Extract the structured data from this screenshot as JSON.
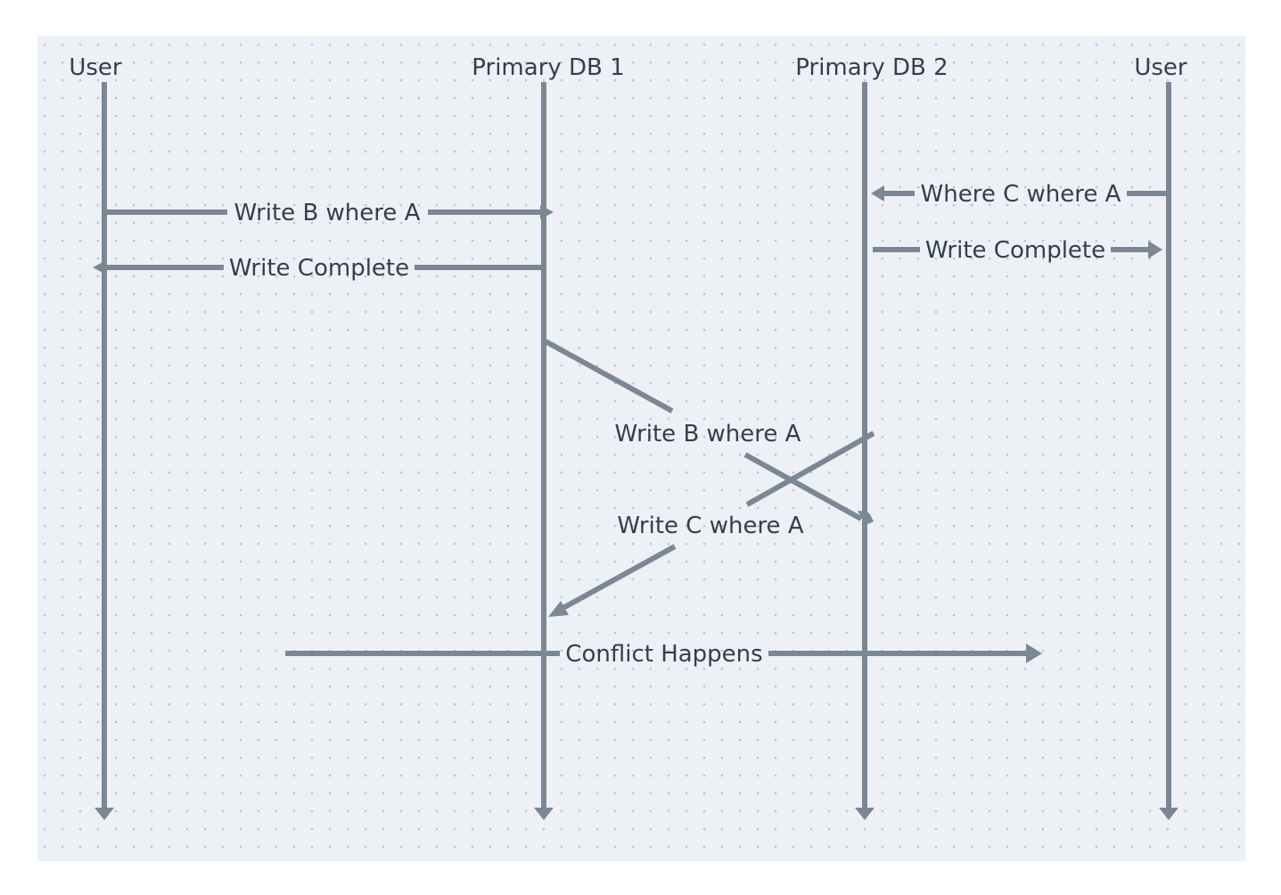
{
  "diagram": {
    "participants": [
      {
        "id": "user-left",
        "label": "User"
      },
      {
        "id": "primary-db-1",
        "label": "Primary DB 1"
      },
      {
        "id": "primary-db-2",
        "label": "Primary DB 2"
      },
      {
        "id": "user-right",
        "label": "User"
      }
    ],
    "messages": [
      {
        "id": "msg-write-b",
        "from": "user-left",
        "to": "primary-db-1",
        "label": "Write B where A"
      },
      {
        "id": "msg-write-complete-left",
        "from": "primary-db-1",
        "to": "user-left",
        "label": "Write Complete"
      },
      {
        "id": "msg-where-c",
        "from": "user-right",
        "to": "primary-db-2",
        "label": "Where C where A"
      },
      {
        "id": "msg-write-complete-right",
        "from": "primary-db-2",
        "to": "user-right",
        "label": "Write Complete"
      },
      {
        "id": "msg-replicate-b",
        "from": "primary-db-1",
        "to": "primary-db-2",
        "label": "Write B where A"
      },
      {
        "id": "msg-replicate-c",
        "from": "primary-db-2",
        "to": "primary-db-1",
        "label": "Write C where A"
      }
    ],
    "note": {
      "label": "Conflict Happens"
    },
    "colors": {
      "background": "#edf1f5",
      "grid_dot": "#b9c3cd",
      "line": "#7b8794",
      "text": "#333f4e"
    }
  }
}
